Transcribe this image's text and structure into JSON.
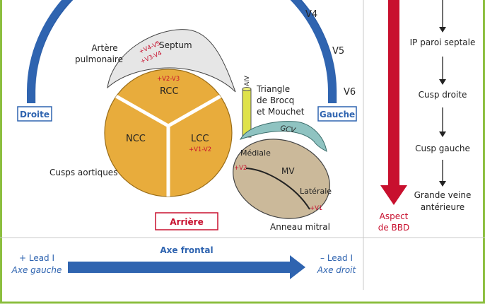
{
  "colors": {
    "frame_green": "#8cbf3f",
    "blue": "#2f64b0",
    "red": "#c8102e",
    "valve_orange": "#e8ac3c",
    "septum_gray": "#e6e6e6",
    "mv_tan": "#cbb99a",
    "gcv_teal": "#8fc3c1",
    "aiv_yellow": "#dfe24a",
    "text_dark": "#222222"
  },
  "chest": {
    "leads": [
      "V4",
      "V5",
      "V6"
    ],
    "left_label": "Droite",
    "right_label": "Gauche",
    "bottom_label": "Arrière"
  },
  "anatomy": {
    "pulmonary_artery": "Artère\npulmonaire",
    "pulmonary_leads": [
      "+V4-V5",
      "+V3-V4"
    ],
    "septum": "Septum",
    "rcc": "RCC",
    "rcc_leads": "+V2-V3",
    "ncc": "NCC",
    "lcc": "LCC",
    "lcc_leads": "+V1-V2",
    "cusps_caption": "Cusps aortiques",
    "aiv": "AIV",
    "triangle": "Triangle\nde Brocq\net Mouchet",
    "gcv": "GCV",
    "medial": "Médiale",
    "medial_lead": "+V2",
    "mv": "MV",
    "lateral": "Latérale",
    "lateral_lead": "+V1",
    "annulus_caption": "Anneau mitral"
  },
  "sequence": {
    "steps": [
      "IP paroi septale",
      "Cusp droite",
      "Cusp gauche",
      "Grande veine\nantérieure"
    ],
    "bbd_label": "Aspect\nde BBD"
  },
  "frontal_axis": {
    "title": "Axe frontal",
    "left_lead": "+ Lead I",
    "left_axis": "Axe gauche",
    "right_lead": "– Lead I",
    "right_axis": "Axe droit"
  }
}
